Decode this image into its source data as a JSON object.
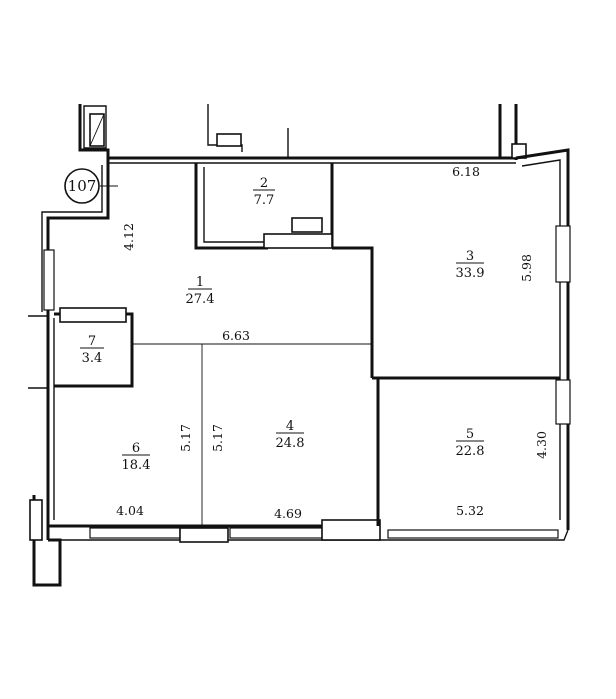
{
  "apartment_number": "107",
  "rooms": [
    {
      "id": "room-1",
      "number": "1",
      "area": "27.4"
    },
    {
      "id": "room-2",
      "number": "2",
      "area": "7.7"
    },
    {
      "id": "room-3",
      "number": "3",
      "area": "33.9"
    },
    {
      "id": "room-4",
      "number": "4",
      "area": "24.8"
    },
    {
      "id": "room-5",
      "number": "5",
      "area": "22.8"
    },
    {
      "id": "room-6",
      "number": "6",
      "area": "18.4"
    },
    {
      "id": "room-7",
      "number": "7",
      "area": "3.4"
    }
  ],
  "dimensions": {
    "room1_height": "4.12",
    "room1_width": "6.63",
    "room3_width": "6.18",
    "room3_height": "5.98",
    "room5_height": "4.30",
    "room5_width": "5.32",
    "room6_width": "4.04",
    "room6_height": "5.17",
    "room4_height": "5.17",
    "room4_width": "4.69"
  }
}
